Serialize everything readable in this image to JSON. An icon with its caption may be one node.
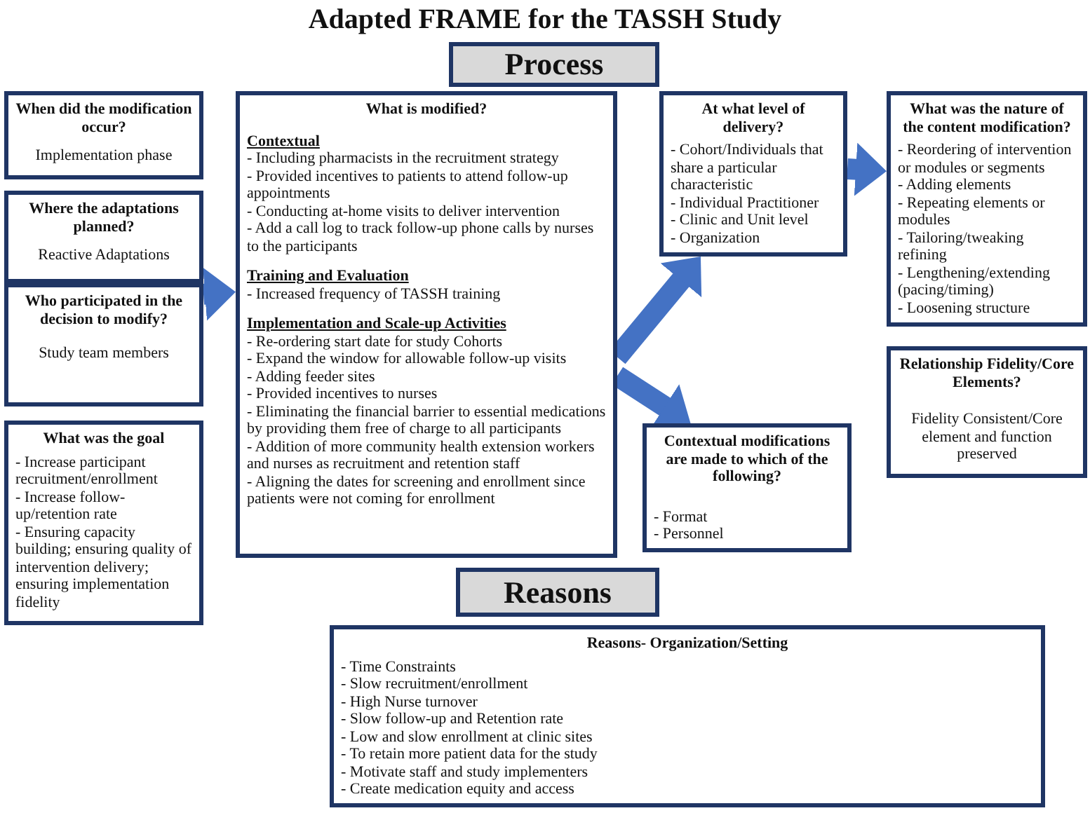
{
  "diagram": {
    "title": "Adapted FRAME for the TASSH Study",
    "nodes": [
      {
        "text": [
          "Process"
        ]
      },
      {
        "text": [
          "When did the modification occur?",
          "Implementation phase"
        ]
      },
      {
        "text": [
          "Where the adaptations planned?",
          "Reactive Adaptations"
        ]
      },
      {
        "text": [
          "Who participated in the decision to modify?",
          "Study team members"
        ]
      },
      {
        "text": [
          "What was the goal",
          "- Increase participant recruitment/enrollment",
          "- Increase follow-up/retention rate",
          "- Ensuring capacity building; ensuring quality of intervention delivery; ensuring implementation fidelity"
        ]
      },
      {
        "text": [
          "What is modified?",
          "Contextual",
          "- Including pharmacists in the recruitment strategy",
          "- Provided incentives to patients to attend follow-up appointments",
          "- Conducting at-home visits to deliver intervention",
          "- Add a call log to track follow-up phone calls by nurses to the participants",
          "Training and Evaluation",
          "- Increased frequency of TASSH training",
          "Implementation and Scale-up Activities",
          "- Re-ordering start date for study Cohorts",
          "- Expand the window for allowable follow-up visits",
          "- Adding feeder sites",
          "- Provided incentives to nurses",
          "- Eliminating the financial barrier to essential medications by providing them free of charge to all participants",
          "- Addition of more community health extension workers and nurses as recruitment and retention staff",
          "- Aligning the dates for screening and enrollment since patients were not coming for enrollment"
        ]
      },
      {
        "text": [
          "At what level of delivery?",
          "- Cohort/Individuals that share a particular characteristic",
          "- Individual Practitioner",
          "- Clinic and Unit level",
          "- Organization"
        ]
      },
      {
        "text": [
          "Contextual modifications are made to which of the following?",
          "- Format",
          "- Personnel"
        ]
      },
      {
        "text": [
          "What was the nature of the content modification?",
          "- Reordering of intervention or modules or segments",
          "- Adding elements",
          "- Repeating elements or modules",
          "- Tailoring/tweaking refining",
          "- Lengthening/extending (pacing/timing)",
          "- Loosening structure"
        ]
      },
      {
        "text": [
          "Relationship Fidelity/Core Elements?",
          "Fidelity Consistent/Core element and function preserved"
        ]
      },
      {
        "text": [
          "Reasons"
        ]
      },
      {
        "text": [
          "Reasons- Organization/Setting",
          "- Time Constraints",
          "- Slow recruitment/enrollment",
          "- High Nurse turnover",
          "- Slow follow-up and Retention rate",
          "- Low and slow enrollment at clinic sites",
          "- To retain more patient data for the study",
          "- Motivate staff and study implementers",
          "- Create medication equity and access"
        ]
      }
    ],
    "edges": [
      {
        "from": 3,
        "to": 5,
        "arrow": "to"
      },
      {
        "from": 5,
        "to": 6,
        "arrow": "to"
      },
      {
        "from": 5,
        "to": 7,
        "arrow": "to"
      },
      {
        "from": 6,
        "to": 8,
        "arrow": "to"
      }
    ]
  }
}
